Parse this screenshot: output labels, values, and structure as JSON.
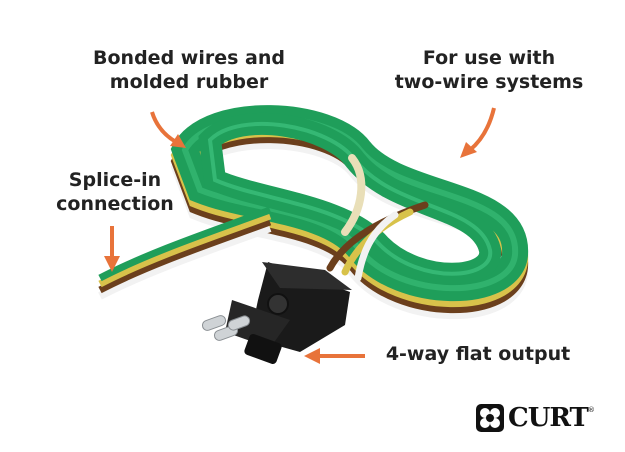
{
  "labels": {
    "bonded": [
      "Bonded wires and",
      "molded rubber"
    ],
    "two_wire": [
      "For use with",
      "two-wire systems"
    ],
    "splice": [
      "Splice-in",
      "connection"
    ],
    "output": [
      "4-way flat output"
    ]
  },
  "brand": {
    "name": "CURT",
    "tm": "®"
  },
  "colors": {
    "wire_green": "#1f9e5a",
    "wire_yellow": "#d8c24a",
    "wire_brown": "#6b3f1c",
    "wire_white": "#f2f2f2",
    "arrow": "#e8733a",
    "connector": "#1a1a1a",
    "tie": "#e9dfb8"
  }
}
